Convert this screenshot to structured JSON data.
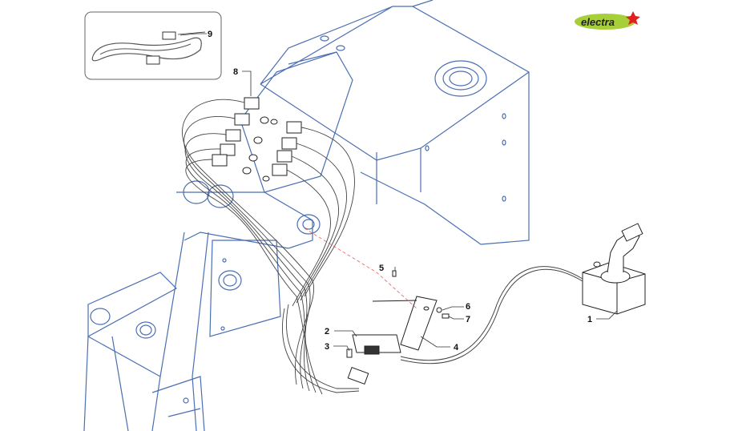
{
  "logo": {
    "text": "electra",
    "colors": {
      "oval": "#a6cf3a",
      "star": "#e02020"
    }
  },
  "callouts": [
    "1",
    "2",
    "3",
    "4",
    "5",
    "6",
    "7",
    "8",
    "9"
  ],
  "colors": {
    "frame": "#4a6fb3",
    "cable": "#444444",
    "detail": "#222222",
    "laser": "#e06060",
    "leader": "#333333"
  }
}
